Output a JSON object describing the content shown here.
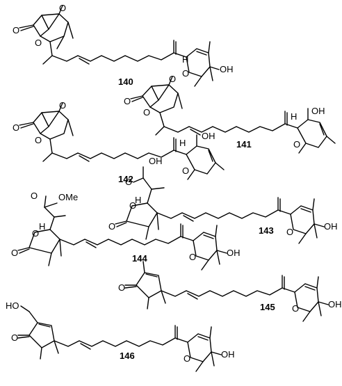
{
  "compounds": [
    {
      "number": "140"
    },
    {
      "number": "141"
    },
    {
      "number": "142"
    },
    {
      "number": "143"
    },
    {
      "number": "144"
    },
    {
      "number": "145"
    },
    {
      "number": "146"
    }
  ],
  "atoms": {
    "O": "O",
    "OH": "OH",
    "HO": "HO",
    "H": "H",
    "OMe": "OMe"
  }
}
